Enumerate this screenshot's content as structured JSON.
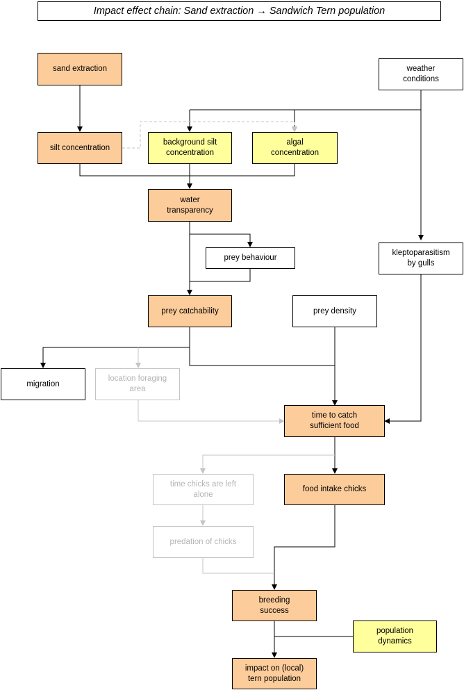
{
  "title": "Impact effect chain:  Sand extraction → Sandwich Tern population",
  "nodes": {
    "sand_extraction": "sand extraction",
    "weather_conditions": "weather\nconditions",
    "silt_concentration": "silt concentration",
    "background_silt": "background silt\nconcentration",
    "algal_concentration": "algal\nconcentration",
    "water_transparency": "water\ntransparency",
    "prey_behaviour": "prey behaviour",
    "kleptoparasitism": "kleptoparasitism\nby gulls",
    "prey_catchability": "prey catchability",
    "prey_density": "prey density",
    "migration": "migration",
    "location_foraging": "location foraging\narea",
    "time_to_catch": "time to catch\nsufficient food",
    "time_chicks_alone": "time chicks are left\nalone",
    "food_intake": "food intake chicks",
    "predation": "predation of chicks",
    "breeding_success": "breeding\nsuccess",
    "population_dynamics": "population\ndynamics",
    "impact_population": "impact on (local)\ntern population"
  },
  "colors": {
    "impact_node": "#fdcc9b",
    "external_node": "#ffff9b",
    "neutral_node": "#ffffff",
    "faded_line": "#c4c4c4",
    "faded_text": "#b4b4b4"
  }
}
